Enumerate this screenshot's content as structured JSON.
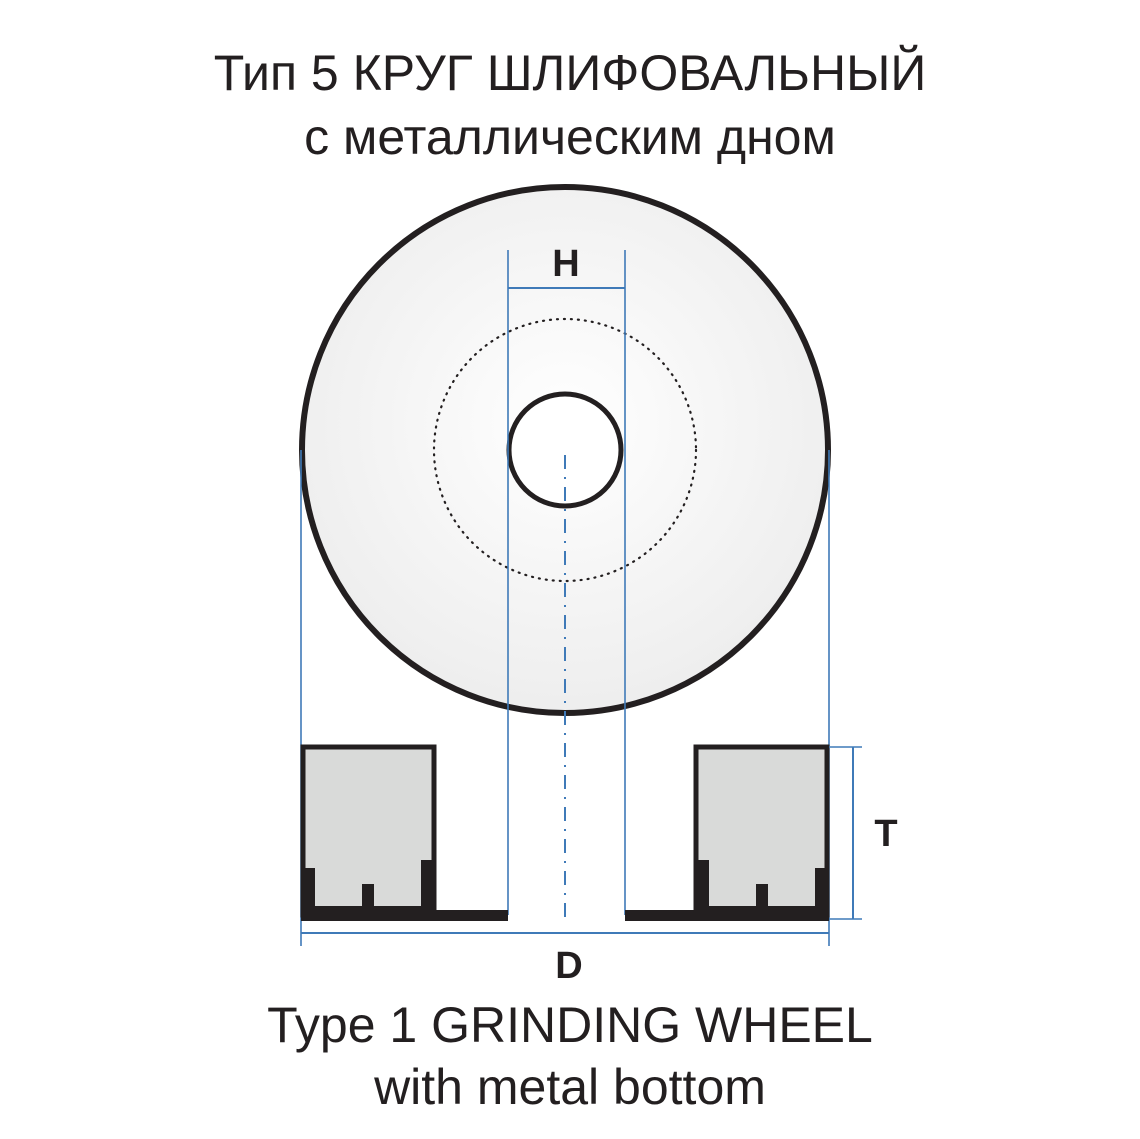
{
  "title_ru": {
    "line1": "Тип 5  КРУГ ШЛИФОВАЛЬНЫЙ",
    "line2": "с металлическим дном"
  },
  "title_en": {
    "line1": "Type 1  GRINDING WHEEL",
    "line2": "with metal bottom"
  },
  "dimensions": {
    "bore": "H",
    "thickness": "T",
    "diameter": "D"
  },
  "colors": {
    "outline": "#231f20",
    "dimension_line": "#3f7ab8",
    "abrasive_fill": "#d9dad9",
    "wheel_face": "#f2f2f2"
  }
}
